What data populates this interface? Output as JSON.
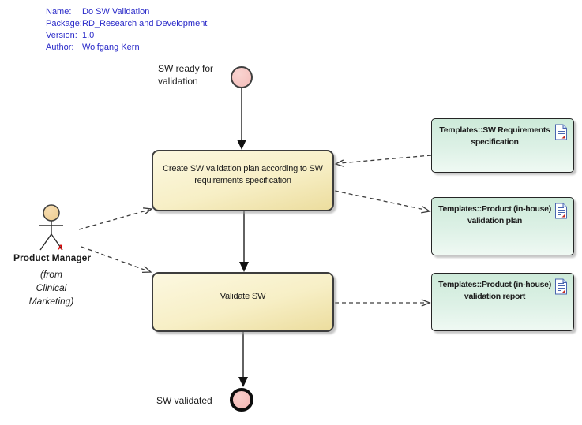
{
  "meta": {
    "rows": [
      {
        "label": "Name:",
        "value": "Do SW Validation"
      },
      {
        "label": "Package:",
        "value": "RD_Research and Development"
      },
      {
        "label": "Version:",
        "value": "1.0"
      },
      {
        "label": "Author:",
        "value": "Wolfgang Kern"
      }
    ]
  },
  "flow": {
    "start_label": "SW ready for\nvalidation",
    "end_label": "SW validated",
    "activity1": "Create SW validation plan according to SW\nrequirements specification",
    "activity2": "Validate SW"
  },
  "actor": {
    "name": "Product Manager",
    "marker": "A",
    "origin": "(from\nClinical\nMarketing)"
  },
  "templates": [
    {
      "label": "Templates::SW Requirements\nspecification"
    },
    {
      "label": "Templates::Product (in-house)\nvalidation plan"
    },
    {
      "label": "Templates::Product (in-house)\nvalidation report"
    }
  ],
  "colors": {
    "meta_text": "#2929c8",
    "activity_fill_top": "#fcf8e0",
    "activity_fill_bottom": "#ecdd9e",
    "template_fill_top": "#cdead9",
    "template_fill_bottom": "#eff9f3",
    "node_pink": "#f4bcb9",
    "actor_head": "#f2d5a2",
    "marker_red": "#d40000",
    "doc_icon_blue": "#4a66b0"
  }
}
